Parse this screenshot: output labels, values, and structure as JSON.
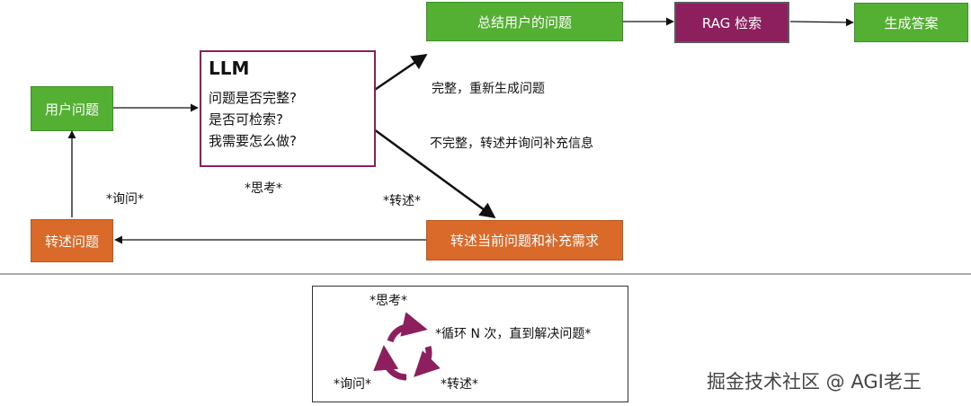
{
  "nodes": {
    "user_question": "用户问题",
    "llm_title": "LLM",
    "llm_lines": [
      "问题是否完整?",
      "是否可检索?",
      "我需要怎么做?"
    ],
    "summarize": "总结用户的问题",
    "rag": "RAG 检索",
    "answer": "生成答案",
    "restate_request": "转述当前问题和补充需求",
    "restate_question": "转述问题"
  },
  "edge_labels": {
    "complete": "完整，重新生成问题",
    "incomplete": "不完整，转述并询问补充信息",
    "ask": "*询问*",
    "think": "*思考*",
    "restate": "*转述*"
  },
  "legend": {
    "think": "*思考*",
    "loop": "*循环 N 次，直到解决问题*",
    "ask": "*询问*",
    "restate": "*转述*"
  },
  "watermark": "掘金技术社区 @ AGI老王",
  "colors": {
    "green": "#53b033",
    "orange": "#d96a2a",
    "plum": "#8d1f5e"
  }
}
